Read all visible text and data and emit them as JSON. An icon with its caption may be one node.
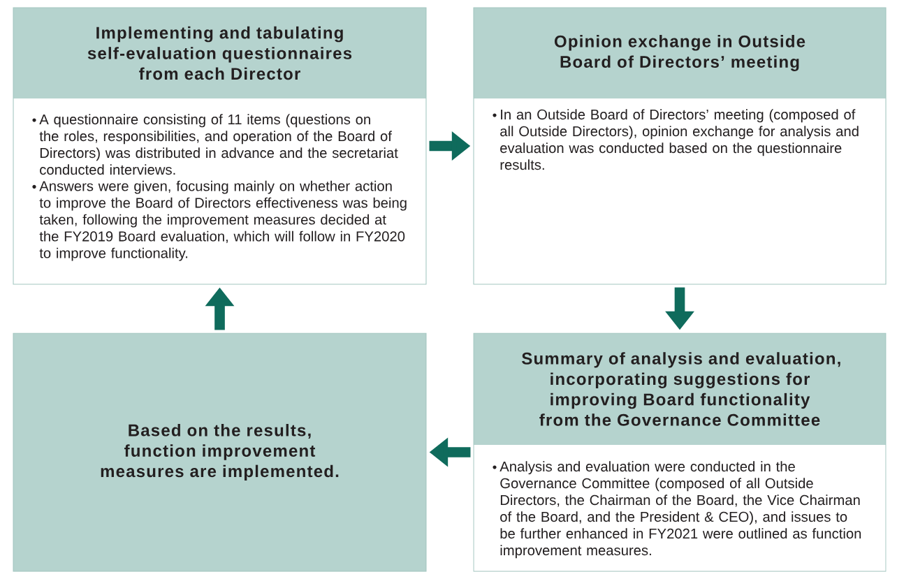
{
  "diagram": {
    "nodes": [
      {
        "text": [
          "Implementing and tabulating self-evaluation questionnaires from each Director",
          "A questionnaire consisting of 11 items (questions on the roles, responsibilities, and operation of the Board of Directors) was distributed in advance and the secretariat conducted interviews.",
          "Answers were given, focusing mainly on whether action to improve the Board of Directors effectiveness was being taken, following the improvement measures decided at the FY2019 Board evaluation, which will follow in FY2020 to improve functionality."
        ]
      },
      {
        "text": [
          "Opinion exchange in Outside Board of Directors’ meeting",
          "In an Outside Board of Directors’ meeting (composed of all Outside Directors), opinion exchange for analysis and evaluation was conducted based on the questionnaire results."
        ]
      },
      {
        "text": [
          "Based on the results, function improvement measures are implemented."
        ]
      },
      {
        "text": [
          "Summary of analysis and evaluation, incorporating suggestions for improving Board functionality from the Governance Committee",
          "Analysis and evaluation were conducted in the Governance Committee (composed of all Outside Directors, the Chairman of the Board, the Vice Chairman of the Board, and the President & CEO), and issues to be further enhanced in FY2021 were outlined as function improvement measures."
        ]
      }
    ],
    "edges": [
      {
        "from": 0,
        "to": 1,
        "arrow": "to"
      },
      {
        "from": 1,
        "to": 3,
        "arrow": "to"
      },
      {
        "from": 3,
        "to": 2,
        "arrow": "to"
      },
      {
        "from": 2,
        "to": 0,
        "arrow": "to"
      }
    ]
  }
}
